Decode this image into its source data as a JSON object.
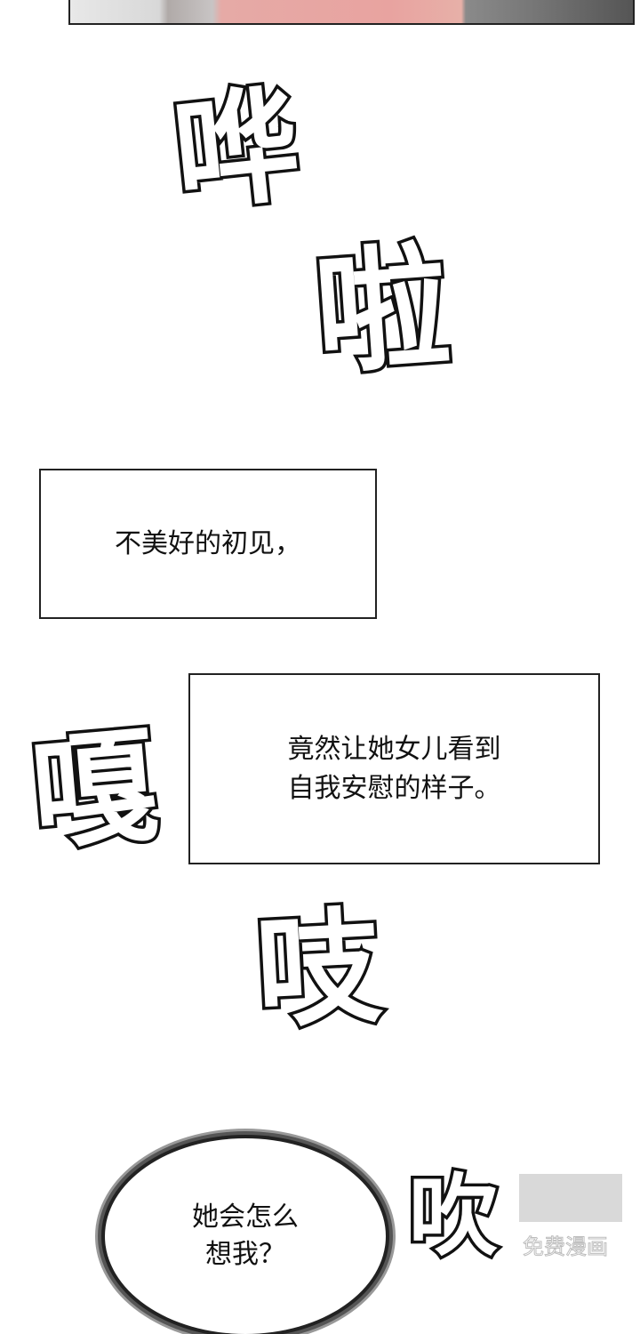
{
  "sfx": [
    "哗",
    "啦",
    "嘎",
    "吱",
    "吹"
  ],
  "captions": [
    {
      "text": "不美好的初见，"
    },
    {
      "text": "竟然让她女儿看到\n自我安慰的样子。"
    }
  ],
  "bubble": {
    "text": "她会怎么\n想我？"
  },
  "watermark": {
    "text": "免费漫画"
  }
}
